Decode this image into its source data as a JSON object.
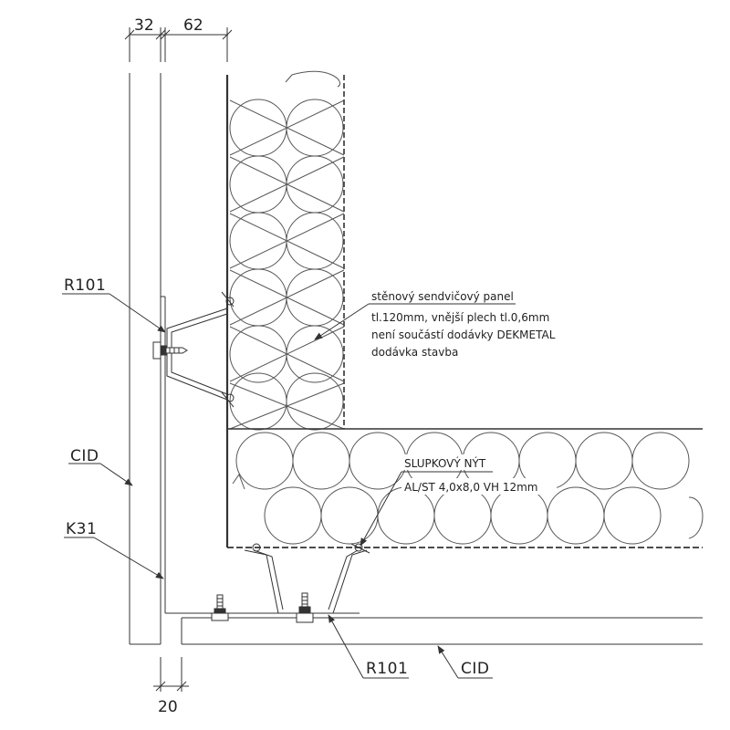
{
  "dimensions": {
    "top_left": "32",
    "top_right": "62",
    "bottom": "20"
  },
  "labels": {
    "r101_upper": "R101",
    "cid_left": "CID",
    "k31": "K31",
    "r101_lower": "R101",
    "cid_bottom": "CID"
  },
  "panel_note": {
    "line1": "stěnový sendvičový panel",
    "line2": "tl.120mm, vnější plech tl.0,6mm",
    "line3": "není součástí dodávky DEKMETAL",
    "line4": "dodávka stavba"
  },
  "rivet_note": {
    "line1": "SLUPKOVÝ NÝT",
    "line2": "AL/ST 4,0x8,0 VH 12mm"
  },
  "colors": {
    "line": "#333333",
    "text": "#222222",
    "background": "#ffffff"
  }
}
